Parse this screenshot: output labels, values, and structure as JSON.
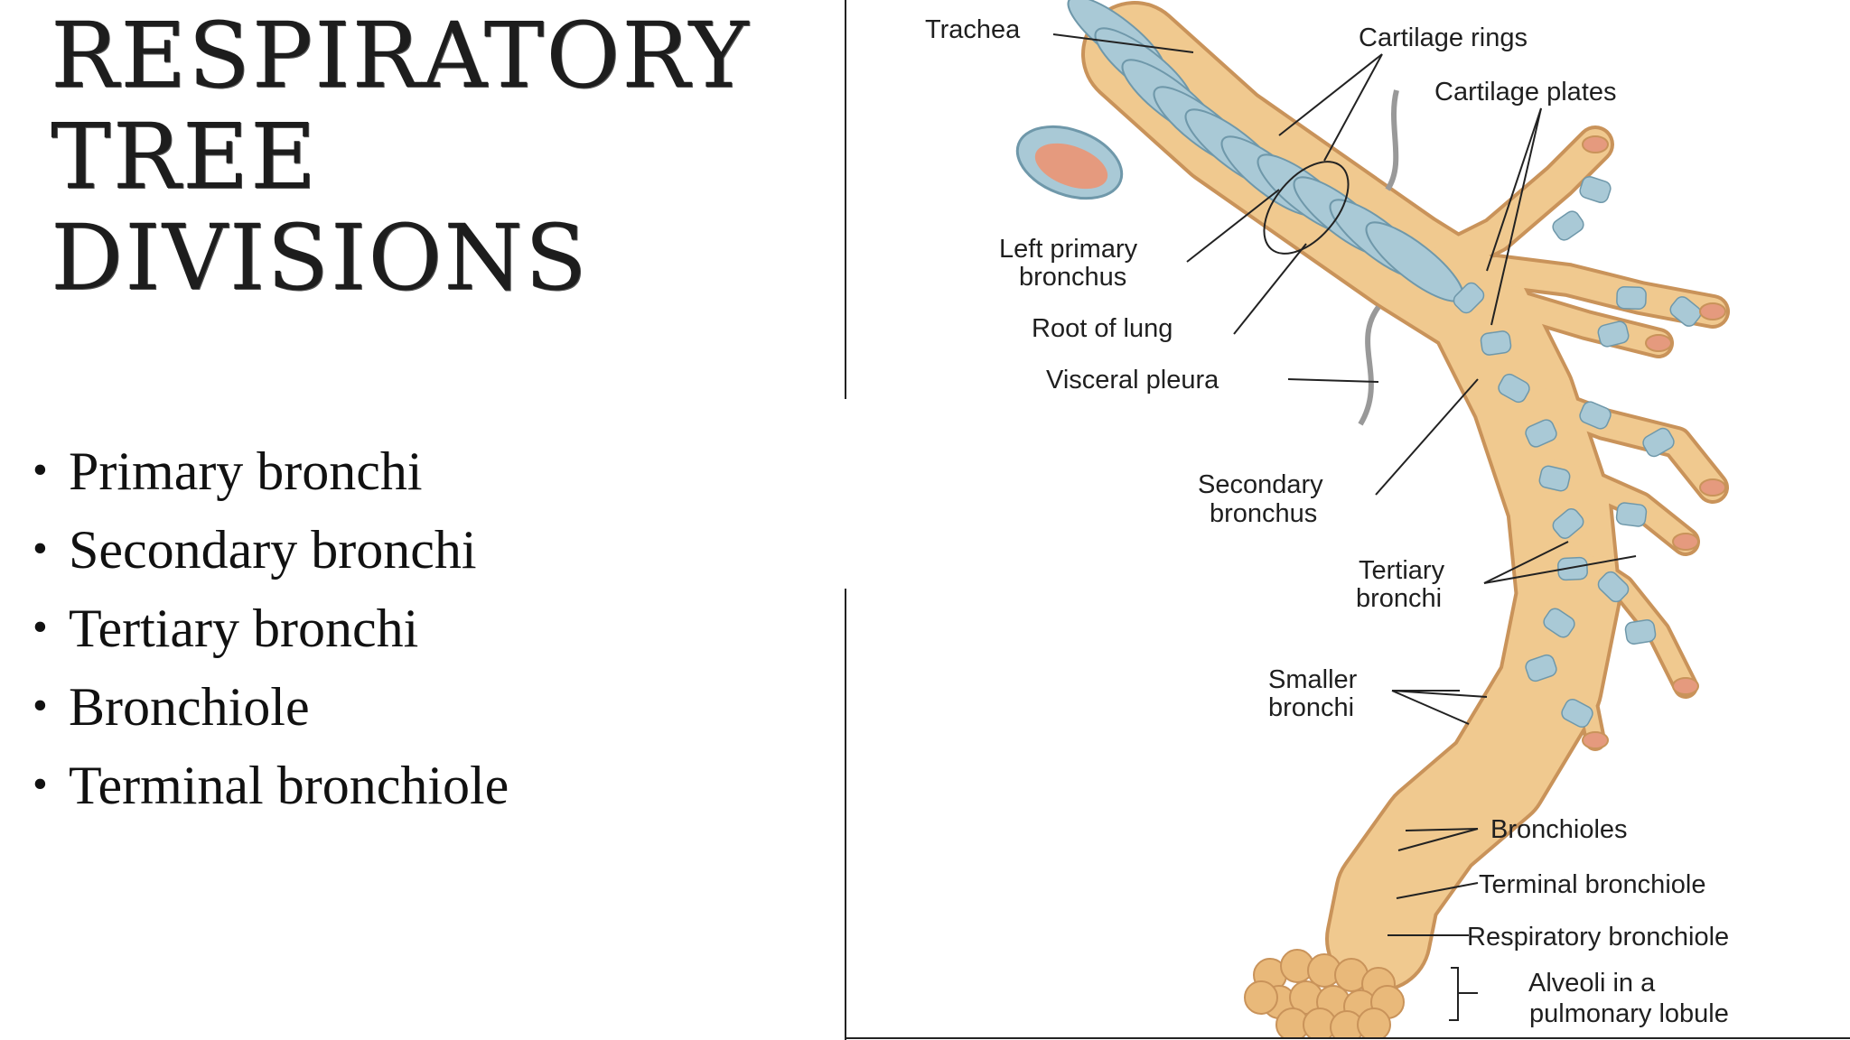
{
  "slide": {
    "title_lines": [
      "RESPIRATORY",
      "TREE",
      "DIVISIONS"
    ],
    "bullets": [
      "Primary bronchi",
      "Secondary bronchi",
      "Tertiary bronchi",
      "Bronchiole",
      "Terminal bronchiole"
    ]
  },
  "diagram": {
    "labels": {
      "trachea": "Trachea",
      "cartilage_rings": "Cartilage rings",
      "cartilage_plates": "Cartilage plates",
      "left_primary_bronchus_1": "Left primary",
      "left_primary_bronchus_2": "bronchus",
      "root_of_lung": "Root of lung",
      "visceral_pleura": "Visceral pleura",
      "secondary_bronchus_1": "Secondary",
      "secondary_bronchus_2": "bronchus",
      "tertiary_bronchi_1": "Tertiary",
      "tertiary_bronchi_2": "bronchi",
      "smaller_bronchi_1": "Smaller",
      "smaller_bronchi_2": "bronchi",
      "bronchioles": "Bronchioles",
      "terminal_bronchiole": "Terminal  bronchiole",
      "respiratory_bronchiole": "Respiratory bronchiole",
      "alveoli_1": "Alveoli in a",
      "alveoli_2": "pulmonary lobule"
    },
    "colors": {
      "cartilage": "#a9c9d6",
      "cartilage_dark": "#6f98aa",
      "airway_tissue": "#f0c98f",
      "airway_edge": "#c9935a",
      "lumen": "#e59a7e"
    }
  }
}
